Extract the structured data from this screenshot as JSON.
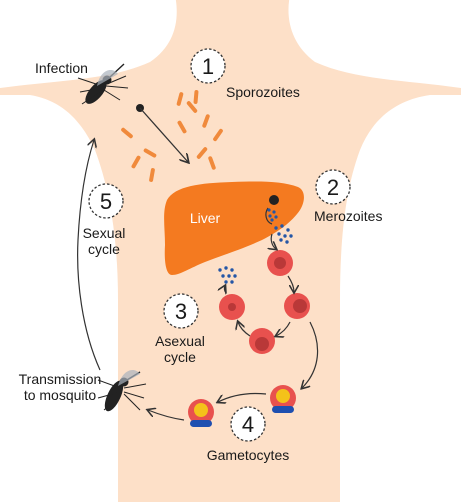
{
  "labels": {
    "infection": "Infection",
    "sporozoites": "Sporozoites",
    "liver": "Liver",
    "merozoites": "Merozoites",
    "sexual_cycle_line1": "Sexual",
    "sexual_cycle_line2": "cycle",
    "asexual_cycle_line1": "Asexual",
    "asexual_cycle_line2": "cycle",
    "transmission_line1": "Transmission",
    "transmission_line2": "to mosquito",
    "gametocytes": "Gametocytes"
  },
  "steps": {
    "one": "1",
    "two": "2",
    "three": "3",
    "four": "4",
    "five": "5"
  },
  "colors": {
    "skin": "#fde0c8",
    "liver": "#f47a20",
    "sporozoite": "#f08a3c",
    "red_cell": "#e8514e",
    "red_cell_dark": "#b93838",
    "merozoite_dot": "#2456a6",
    "gametocyte_yellow": "#f4c21a",
    "gametocyte_blue": "#1e4fb0",
    "mosquito": "#222222"
  }
}
